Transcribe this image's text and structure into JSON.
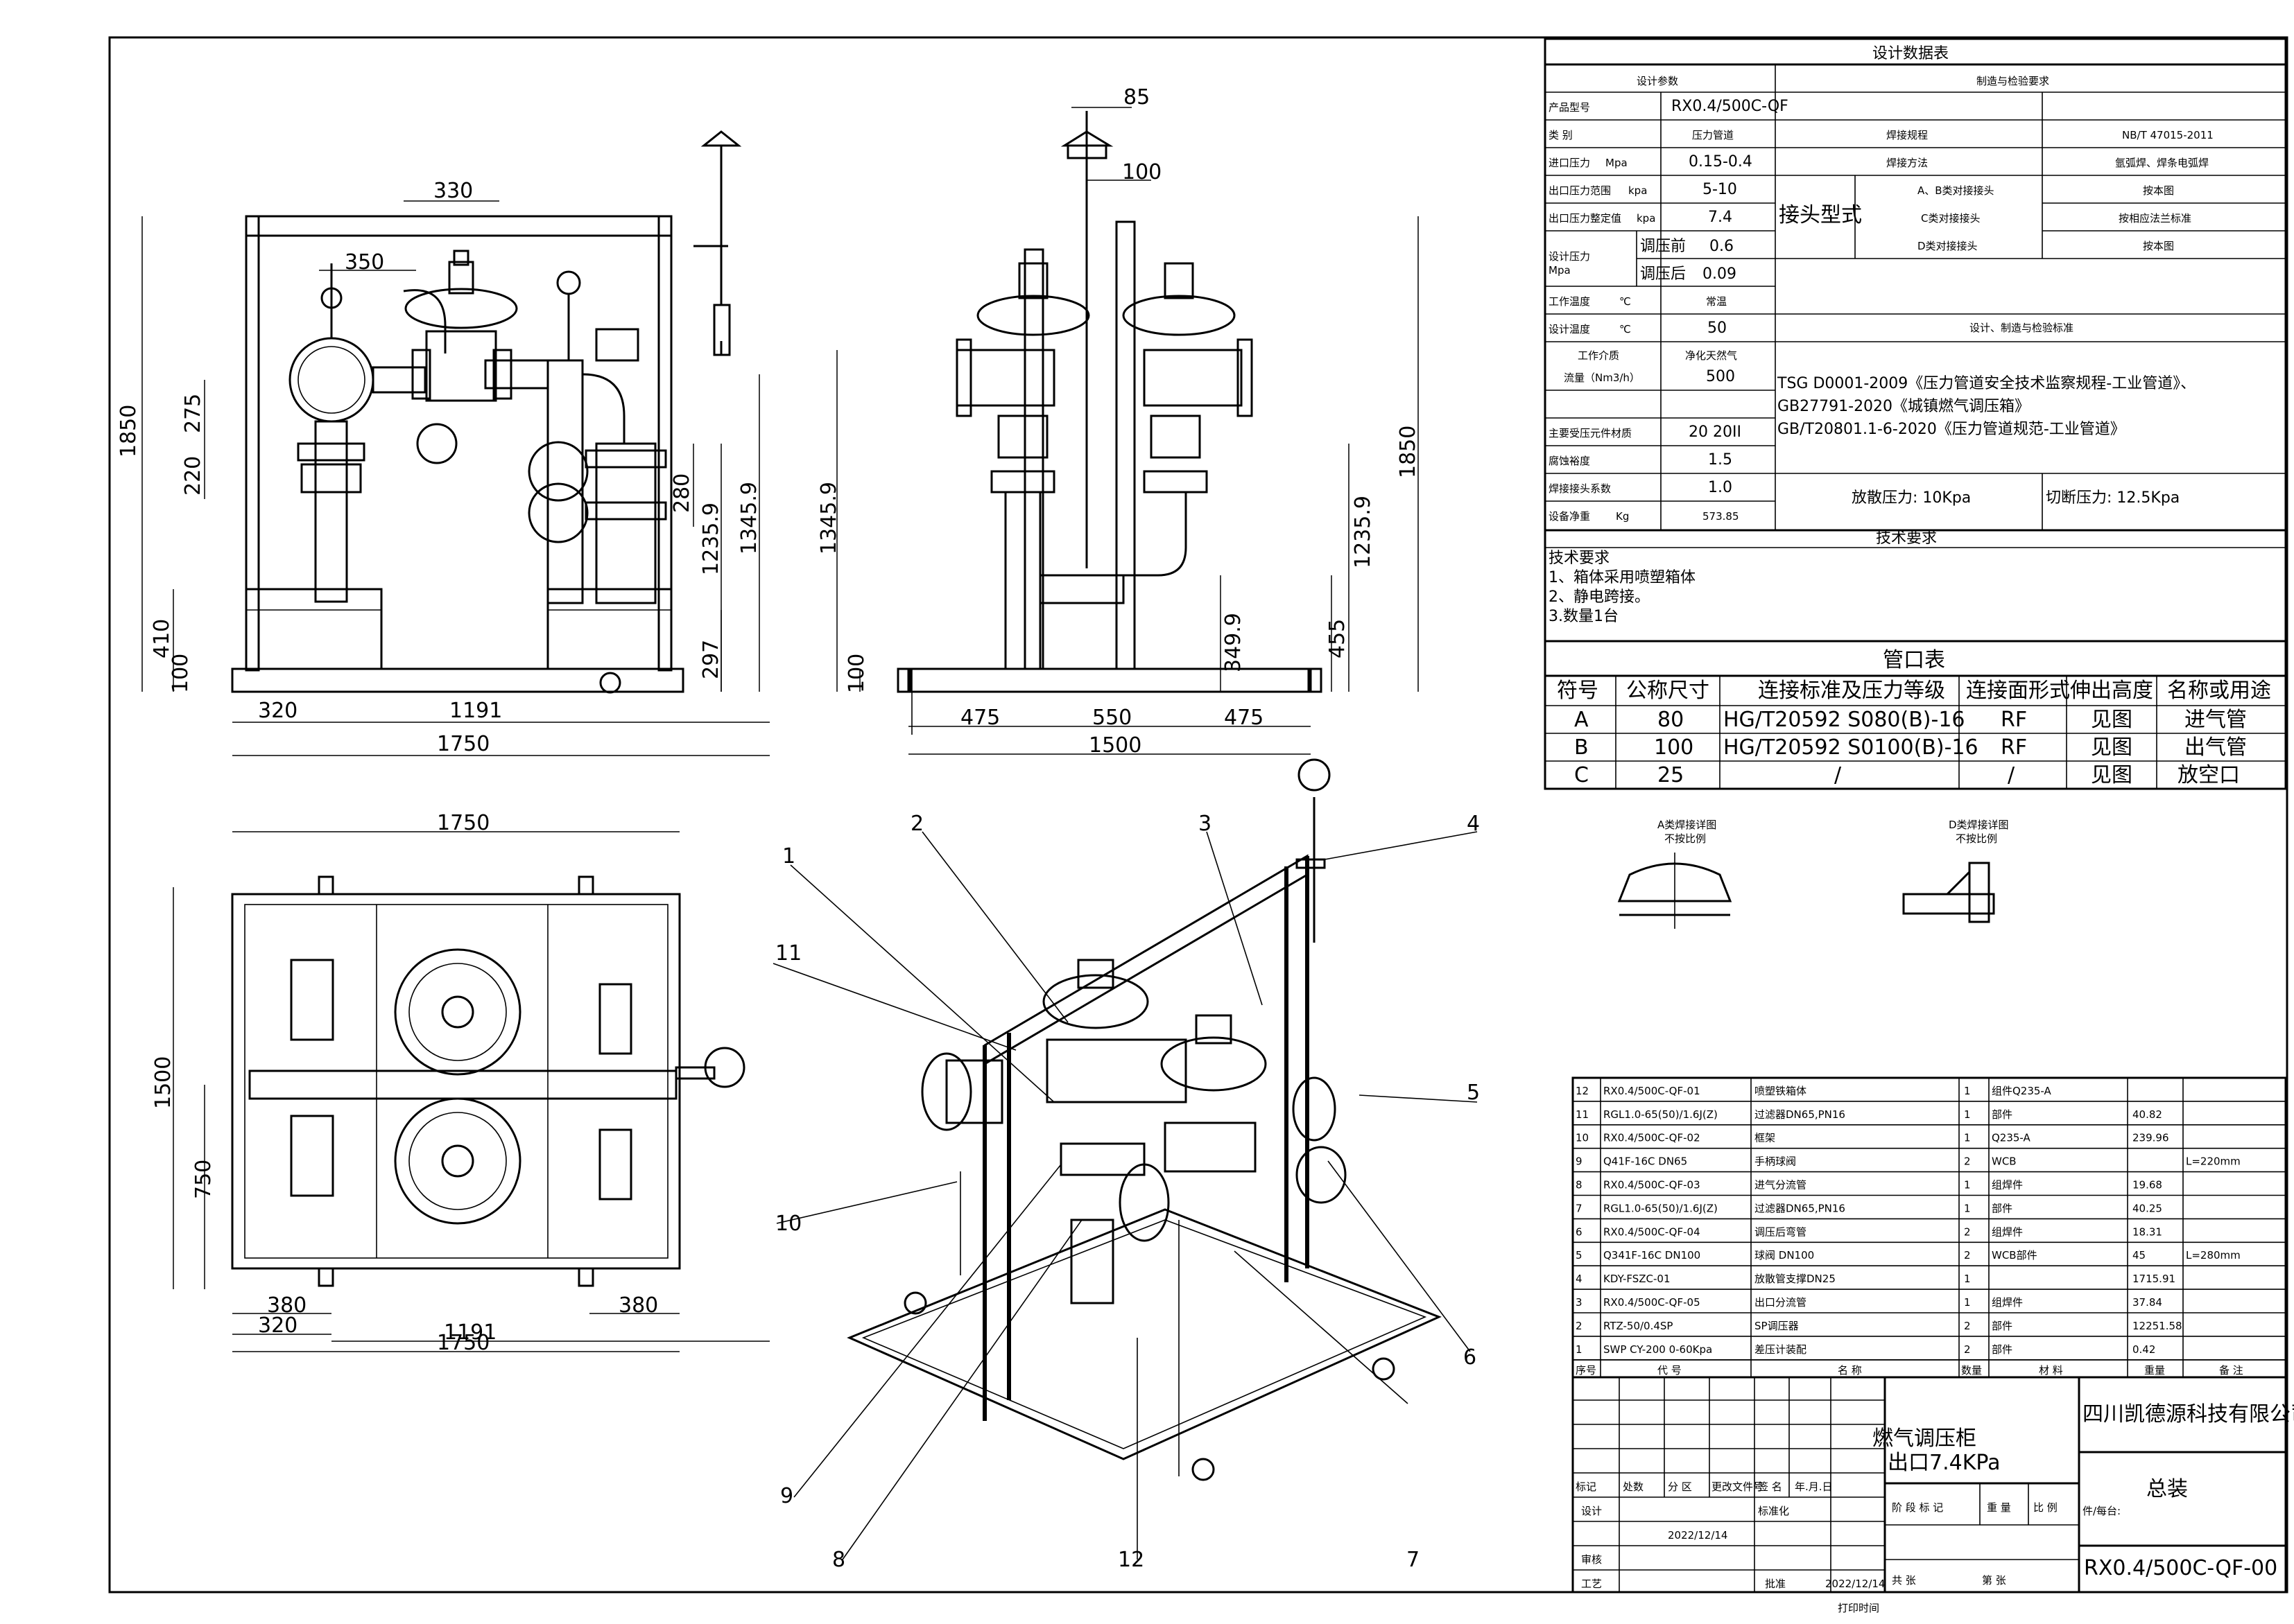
{
  "design_table": {
    "title": "设计数据表",
    "left_header": "设计参数",
    "right_header": "制造与检验要求",
    "rows": [
      {
        "label": "产品型号",
        "value": "RX0.4/500C-QF"
      },
      {
        "label": "类  别",
        "value": "压力管道"
      },
      {
        "label": "进口压力",
        "unit": "Mpa",
        "value": "0.15-0.4"
      },
      {
        "label": "出口压力范围",
        "unit": "kpa",
        "value": "5-10"
      },
      {
        "label": "出口压力整定值",
        "unit": "kpa",
        "value": "7.4"
      },
      {
        "label": "调压前",
        "value": "0.6"
      },
      {
        "label": "调压后",
        "value": "0.09"
      },
      {
        "label": "工作温度",
        "unit": "℃",
        "value": "常温"
      },
      {
        "label": "设计温度",
        "unit": "℃",
        "value": "50"
      },
      {
        "label": "工作介质",
        "value": "净化天然气"
      },
      {
        "label": "流量（Nm3/h）",
        "value": "500"
      },
      {
        "label": "主要受压元件材质",
        "value": "20 20II"
      },
      {
        "label": "腐蚀裕度",
        "value": "1.5"
      },
      {
        "label": "焊接接头系数",
        "value": "1.0"
      },
      {
        "label": "设备净重",
        "unit": "Kg",
        "value": "573.85"
      }
    ],
    "design_pressure_label": "设计压力",
    "design_pressure_unit": "Mpa",
    "weld_rules": {
      "label": "焊接规程",
      "value": "NB/T 47015-2011"
    },
    "weld_method": {
      "label": "焊接方法",
      "value": "氩弧焊、焊条电弧焊"
    },
    "joint_type": {
      "label": "接头型式",
      "rows": [
        {
          "name": "A、B类对接接头",
          "value": "按本图"
        },
        {
          "name": "C类对接接头",
          "value": "按相应法兰标准"
        },
        {
          "name": "D类对接接头",
          "value": "按本图"
        }
      ]
    },
    "standard_header": "设计、制造与检验标准",
    "standards": [
      "TSG D0001-2009《压力管道安全技术监察规程-工业管道》、",
      "GB27791-2020《城镇燃气调压箱》",
      "GB/T20801.1-6-2020《压力管道规范-工业管道》"
    ],
    "relief_pressure": "放散压力: 10Kpa",
    "cutoff_pressure": "切断压力: 12.5Kpa",
    "tech_header": "技术要求",
    "tech_lines": [
      "技术要求",
      "1、箱体采用喷塑箱体",
      "2、静电跨接。",
      "3.数量1台"
    ]
  },
  "nozzle_table": {
    "title": "管口表",
    "headers": [
      "符号",
      "公称尺寸",
      "连接标准及压力等级",
      "连接面形式",
      "伸出高度",
      "名称或用途"
    ],
    "rows": [
      [
        "A",
        "80",
        "HG/T20592 S080(B)-16",
        "RF",
        "见图",
        "进气管"
      ],
      [
        "B",
        "100",
        "HG/T20592 S0100(B)-16",
        "RF",
        "见图",
        "出气管"
      ],
      [
        "C",
        "25",
        "/",
        "/",
        "见图",
        "放空口"
      ]
    ]
  },
  "weld_details": [
    {
      "title": "A类焊接详图",
      "note": "不按比例"
    },
    {
      "title": "D类焊接详图",
      "note": "不按比例"
    }
  ],
  "bom": {
    "rows": [
      [
        "12",
        "RX0.4/500C-QF-01",
        "喷塑铁箱体",
        "1",
        "组件Q235-A",
        "",
        ""
      ],
      [
        "11",
        "RGL1.0-65(50)/1.6J(Z)",
        "过滤器DN65,PN16",
        "1",
        "部件",
        "40.82",
        ""
      ],
      [
        "10",
        "RX0.4/500C-QF-02",
        "框架",
        "1",
        "Q235-A",
        "239.96",
        ""
      ],
      [
        "9",
        "Q41F-16C DN65",
        "手柄球阀",
        "2",
        "WCB",
        "",
        "L=220mm"
      ],
      [
        "8",
        "RX0.4/500C-QF-03",
        "进气分流管",
        "1",
        "组焊件",
        "19.68",
        ""
      ],
      [
        "7",
        "RGL1.0-65(50)/1.6J(Z)",
        "过滤器DN65,PN16",
        "1",
        "部件",
        "40.25",
        ""
      ],
      [
        "6",
        "RX0.4/500C-QF-04",
        "调压后弯管",
        "2",
        "组焊件",
        "18.31",
        ""
      ],
      [
        "5",
        "Q341F-16C DN100",
        "球阀 DN100",
        "2",
        "WCB部件",
        "45",
        "L=280mm"
      ],
      [
        "4",
        "KDY-FSZC-01",
        "放散管支撑DN25",
        "1",
        "",
        "1715.91",
        ""
      ],
      [
        "3",
        "RX0.4/500C-QF-05",
        "出口分流管",
        "1",
        "组焊件",
        "37.84",
        ""
      ],
      [
        "2",
        "RTZ-50/0.4SP",
        "SP调压器",
        "2",
        "部件",
        "12251.58",
        ""
      ],
      [
        "1",
        "SWP CY-200 0-60Kpa",
        "差压计装配",
        "2",
        "部件",
        "0.42",
        ""
      ]
    ],
    "headers": [
      "序号",
      "代  号",
      "名  称",
      "数量",
      "材  料",
      "重量",
      "备  注"
    ]
  },
  "title_block": {
    "product_name_1": "燃气调压柜",
    "product_name_2": "出口7.4KPa",
    "company": "四川凯德源科技有限公司",
    "drawing_name": "总装",
    "drawing_no": "RX0.4/500C-QF-00",
    "piece_label": "件/每台:",
    "stage_headers": [
      "阶 段 标 记",
      "重 量",
      "比 例"
    ],
    "sheet_total": "共    张",
    "sheet_no": "第    张",
    "rev_headers": [
      "标记",
      "处数",
      "分 区",
      "更改文件号",
      "签 名",
      "年.月.日"
    ],
    "roles": [
      "设计",
      "标准化",
      "审核",
      "工艺",
      "批准"
    ],
    "date_1": "2022/12/14",
    "date_2": "2022/12/14"
  },
  "front_view": {
    "dims": [
      "330",
      "350",
      "275",
      "220",
      "1850",
      "280",
      "1235.9",
      "1345.9",
      "410",
      "100",
      "297",
      "320",
      "1191",
      "1750"
    ]
  },
  "side_view": {
    "dims": [
      "85",
      "100",
      "1345.9",
      "1235.9",
      "1850",
      "349.9",
      "455",
      "100",
      "475",
      "550",
      "475",
      "1500"
    ]
  },
  "top_view": {
    "dims": [
      "1750",
      "1500",
      "750",
      "380",
      "320",
      "1191",
      "380",
      "1750"
    ]
  },
  "iso_view": {
    "callouts": [
      "1",
      "2",
      "3",
      "4",
      "5",
      "6",
      "7",
      "8",
      "9",
      "10",
      "11",
      "12"
    ]
  },
  "footer_note": "打印时间"
}
